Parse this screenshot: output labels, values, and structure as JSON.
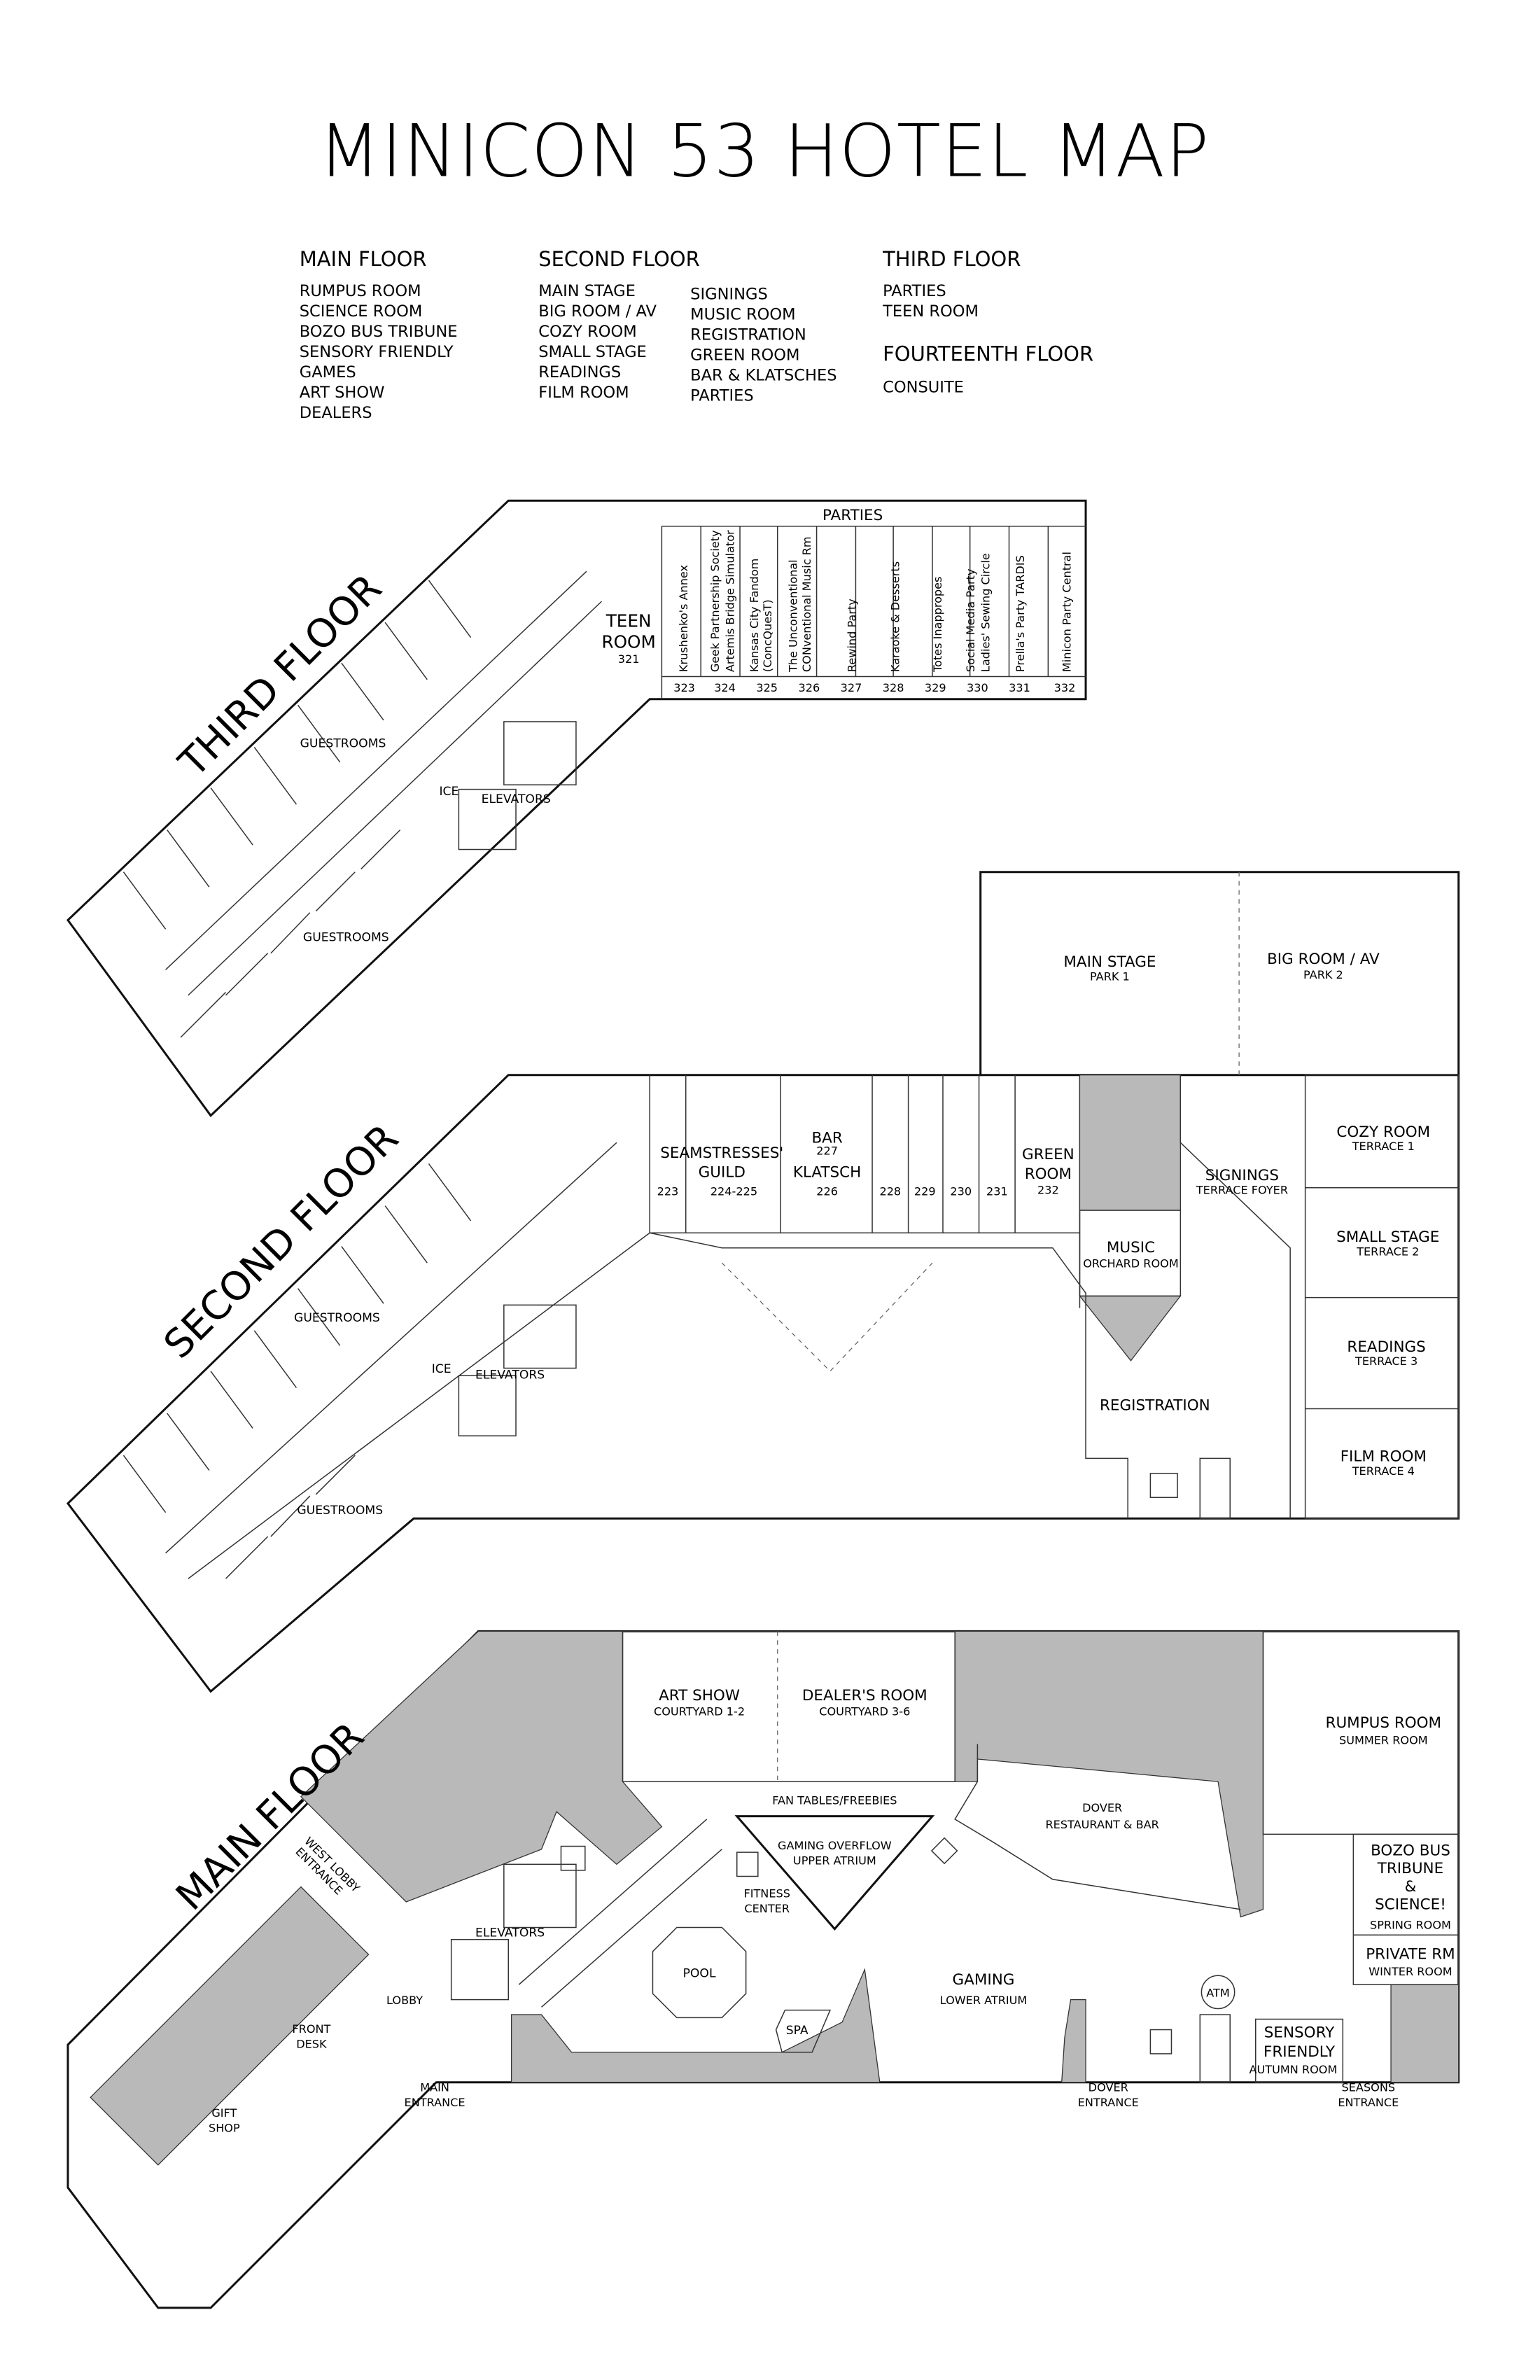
{
  "title": "MINICON 53 HOTEL MAP",
  "legend": {
    "main_floor": {
      "heading": "MAIN FLOOR",
      "items": [
        "RUMPUS ROOM",
        "SCIENCE ROOM",
        "BOZO BUS TRIBUNE",
        "SENSORY FRIENDLY",
        "GAMES",
        "ART SHOW",
        "DEALERS"
      ]
    },
    "second_floor": {
      "heading": "SECOND FLOOR",
      "items": [
        "MAIN STAGE",
        "BIG ROOM / AV",
        "COZY ROOM",
        "SMALL STAGE",
        "READINGS",
        "FILM ROOM"
      ],
      "items2": [
        "SIGNINGS",
        "MUSIC ROOM",
        "REGISTRATION",
        "GREEN ROOM",
        "BAR & KLATSCHES",
        "PARTIES"
      ]
    },
    "third_floor": {
      "heading": "THIRD FLOOR",
      "items": [
        "PARTIES",
        "TEEN ROOM"
      ]
    },
    "fourteenth_floor": {
      "heading": "FOURTEENTH FLOOR",
      "items": [
        "CONSUITE"
      ]
    }
  },
  "third_floor": {
    "label": "THIRD FLOOR",
    "parties_header": "PARTIES",
    "teen_room": {
      "name1": "TEEN",
      "name2": "ROOM",
      "number": "321"
    },
    "guestrooms": "GUESTROOMS",
    "ice": "ICE",
    "elevators": "ELEVATORS",
    "parties": [
      {
        "lines": [
          "Krushenko's Annex"
        ],
        "room": "323"
      },
      {
        "lines": [
          "Geek Partnership Society",
          "Artemis Bridge Simulator"
        ],
        "room": "324"
      },
      {
        "lines": [
          "Kansas City Fandom",
          "(ConcQuesT)"
        ],
        "room": "325"
      },
      {
        "lines": [
          "The Unconventional",
          "CONventional Music Rm"
        ],
        "room": "326"
      },
      {
        "lines": [
          "Rewind Party"
        ],
        "room": "327"
      },
      {
        "lines": [
          "Karaoke & Desserts"
        ],
        "room": "328"
      },
      {
        "lines": [
          "Totes Inappropes"
        ],
        "room": "329"
      },
      {
        "lines": [
          "Social Media Party",
          "Ladies' Sewing Circle"
        ],
        "room": "330"
      },
      {
        "lines": [
          "Prella's Party TARDIS"
        ],
        "room": "331"
      },
      {
        "lines": [
          "Minicon Party Central"
        ],
        "room": "332"
      }
    ]
  },
  "second_floor": {
    "label": "SECOND FLOOR",
    "guestrooms": "GUESTROOMS",
    "ice": "ICE",
    "elevators": "ELEVATORS",
    "main_stage": {
      "name": "MAIN STAGE",
      "sub": "PARK 1"
    },
    "big_room": {
      "name": "BIG ROOM / AV",
      "sub": "PARK 2"
    },
    "r223": "223",
    "seamstresses": {
      "name1": "SEAMSTRESSES'",
      "name2": "GUILD",
      "number": "224-225"
    },
    "bar": {
      "name": "BAR",
      "number": "227",
      "name2": "KLATSCH",
      "room": "226"
    },
    "r228": "228",
    "r229": "229",
    "r230": "230",
    "r231": "231",
    "green_room": {
      "name1": "GREEN",
      "name2": "ROOM",
      "number": "232"
    },
    "signings": {
      "name": "SIGNINGS",
      "sub": "TERRACE FOYER"
    },
    "music": {
      "name": "MUSIC",
      "sub": "ORCHARD ROOM"
    },
    "registration": "REGISTRATION",
    "cozy": {
      "name": "COZY ROOM",
      "sub": "TERRACE 1"
    },
    "small_stage": {
      "name": "SMALL STAGE",
      "sub": "TERRACE 2"
    },
    "readings": {
      "name": "READINGS",
      "sub": "TERRACE 3"
    },
    "film": {
      "name": "FILM ROOM",
      "sub": "TERRACE 4"
    }
  },
  "main_floor": {
    "label": "MAIN FLOOR",
    "art_show": {
      "name": "ART SHOW",
      "sub": "COURTYARD 1-2"
    },
    "dealers": {
      "name": "DEALER'S ROOM",
      "sub": "COURTYARD 3-6"
    },
    "rumpus": {
      "name": "RUMPUS ROOM",
      "sub": "SUMMER ROOM"
    },
    "fan_tables": "FAN TABLES/FREEBIES",
    "gaming_overflow": {
      "name": "GAMING OVERFLOW",
      "sub": "UPPER ATRIUM"
    },
    "dover": {
      "name": "DOVER",
      "sub": "RESTAURANT & BAR"
    },
    "bozo": {
      "l1": "BOZO BUS",
      "l2": "TRIBUNE",
      "l3": "&",
      "l4": "SCIENCE!",
      "sub": "SPRING ROOM"
    },
    "private": {
      "name": "PRIVATE RM",
      "sub": "WINTER ROOM"
    },
    "west_lobby": {
      "l1": "WEST LOBBY",
      "l2": "ENTRANCE"
    },
    "elevators": "ELEVATORS",
    "fitness": {
      "l1": "FITNESS",
      "l2": "CENTER"
    },
    "pool": "POOL",
    "spa": "SPA",
    "gaming": {
      "name": "GAMING",
      "sub": "LOWER ATRIUM"
    },
    "atm": "ATM",
    "sensory": {
      "l1": "SENSORY",
      "l2": "FRIENDLY",
      "sub": "AUTUMN ROOM"
    },
    "lobby": "LOBBY",
    "front_desk": {
      "l1": "FRONT",
      "l2": "DESK"
    },
    "gift_shop": {
      "l1": "GIFT",
      "l2": "SHOP"
    },
    "main_entrance": {
      "l1": "MAIN",
      "l2": "ENTRANCE"
    },
    "dover_entrance": {
      "l1": "DOVER",
      "l2": "ENTRANCE"
    },
    "seasons_entrance": {
      "l1": "SEASONS",
      "l2": "ENTRANCE"
    }
  }
}
